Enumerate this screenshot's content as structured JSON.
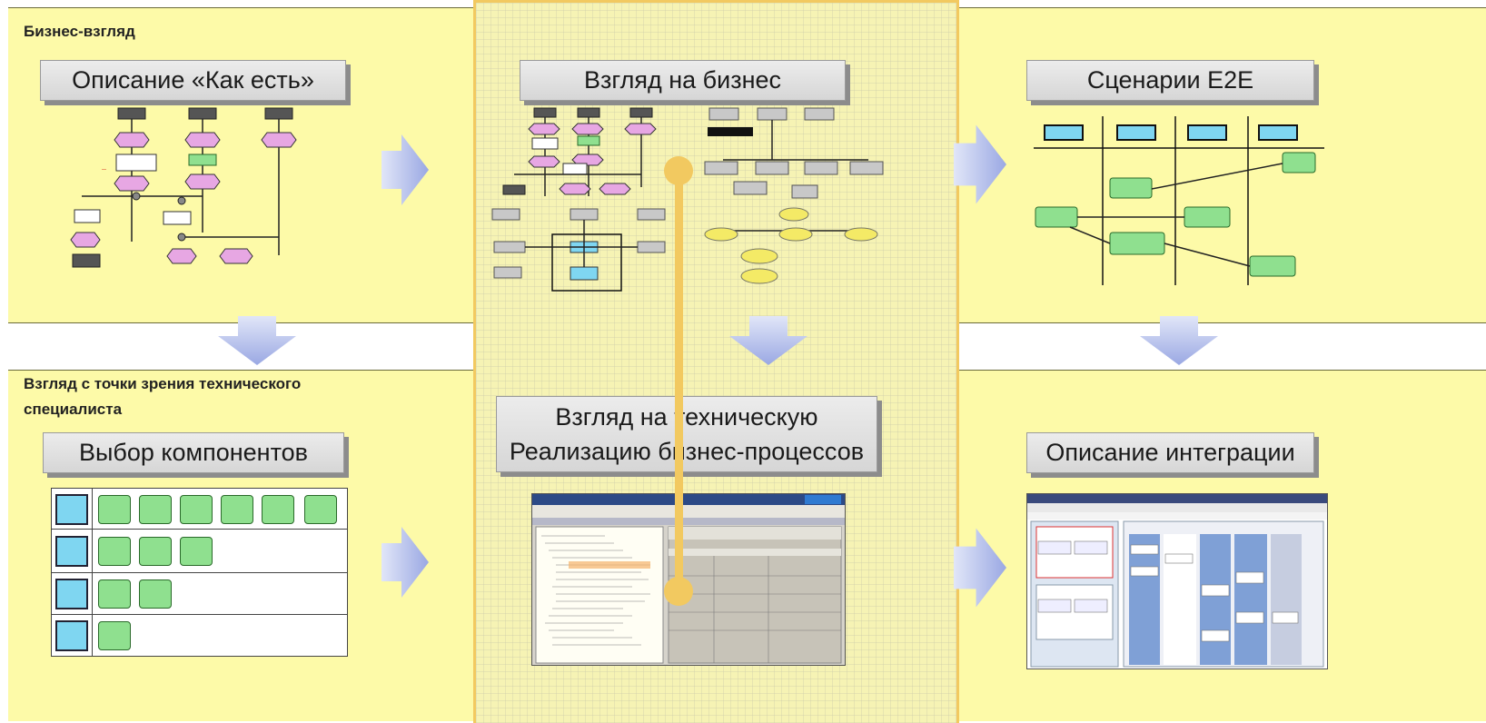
{
  "labels": {
    "business_view": "Бизнес-взгляд",
    "technical_view": "Взгляд с точки зрения технического специалиста"
  },
  "boxes": {
    "as_is": "Описание «Как есть»",
    "business_look": "Взгляд на бизнес",
    "e2e": "Сценарии E2E",
    "components": "Выбор компонентов",
    "tech_line1": "Взгляд на техническую",
    "tech_line2": "Реализацию бизнес-процессов",
    "integration": "Описание интеграции"
  },
  "colors": {
    "band": "#fdfaa8",
    "center_column": "#f6f3b4",
    "accent": "#f2c960",
    "arrow": "#b9c2ec",
    "title_box": "#dcdcdc"
  },
  "icons": {
    "arrow_right": "chevron-arrow-right-icon",
    "arrow_down": "chevron-arrow-down-icon"
  }
}
